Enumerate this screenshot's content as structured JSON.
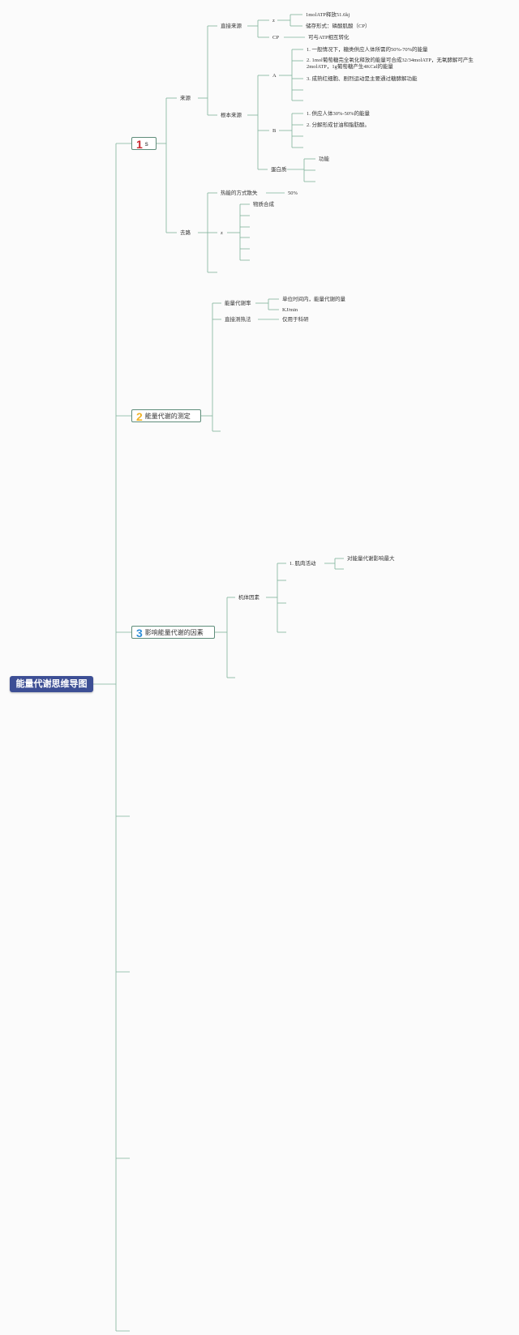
{
  "root": "能量代谢思维导图",
  "topics": [
    {
      "num": "1",
      "num_color": "#c9252c",
      "label": "s"
    },
    {
      "num": "2",
      "num_color": "#f0b429",
      "label": "能量代谢的测定"
    },
    {
      "num": "3",
      "num_color": "#2f8fd8",
      "label": "影响能量代谢的因素"
    }
  ],
  "t1": {
    "source": "来源",
    "direct": "直接来源",
    "z1": "z",
    "atp_release": "1molATP释放51.6kj",
    "storage": "储存形式：磷酸肌酸（CP）",
    "cp": "CP",
    "cp_note": "可与ATP相互转化",
    "basic": "根本来源",
    "a": "A",
    "a1": "1. 一般情况下，糖类供应人体所需的50%-70%的能量",
    "a2": "2. 1mol葡萄糖完全氧化释放的能量可合成32/34molATP，无氧酵解可产生2molATP，1g葡萄糖产生4KCal的能量",
    "a3": "3. 成熟红细胞、剧烈运动是主要通过糖酵解功能",
    "b": "B",
    "b1": "1. 供应人体30%-50%的能量",
    "b2": "2. 分解形成甘油和脂肪酸。",
    "protein": "蛋白质",
    "function": "功能",
    "dest": "去路",
    "heat": "热能的方式散失",
    "heat_pct": "50%",
    "z2": "z",
    "synth": "物质合成"
  },
  "t2": {
    "rate": "能量代谢率",
    "rate_def": "单位时间内，能量代谢的量",
    "rate_unit": "KJ/min",
    "direct_heat": "直接测热法",
    "direct_note": "仅用于科研"
  },
  "t3": {
    "body": "机体因素",
    "muscle": "1. 肌肉活动",
    "muscle_note": "对能量代谢影响最大"
  },
  "colors": {
    "line": "#7fb39b",
    "root_bg": "#3d4f95",
    "topic_border": "#5f8d7a"
  }
}
